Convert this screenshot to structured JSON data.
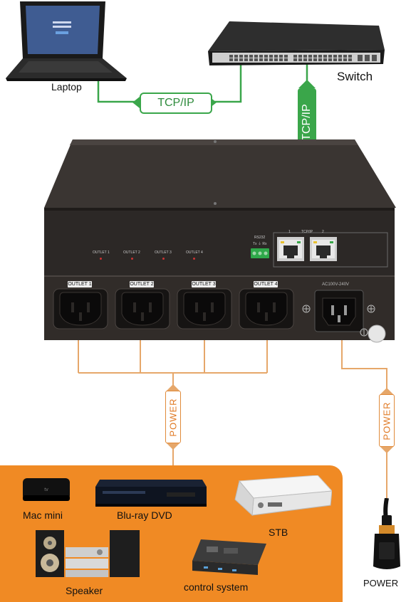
{
  "devices": {
    "laptop": "Laptop",
    "switch": "Switch",
    "power_source": "POWER"
  },
  "links": {
    "tcpip_horizontal": "TCP/IP",
    "tcpip_vertical": "TCP/IP",
    "power_bus": "POWER",
    "power_input": "POWER"
  },
  "unit": {
    "outlets": [
      "OUTLET 1",
      "OUTLET 2",
      "OUTLET 3",
      "OUTLET 4"
    ],
    "front_outlet_labels": [
      "OUTLET 1",
      "OUTLET 2",
      "OUTLET 3",
      "OUTLET 4"
    ],
    "rs232_label": "RS232",
    "rs232_pins": "Tx  ⏚  Rx",
    "tcpip_port_label": "TCP/IP",
    "port_numbers": [
      "1",
      "2"
    ],
    "power_in_label": "AC100V-240V"
  },
  "connected_devices": {
    "mac_mini": "Mac mini",
    "bluray": "Blu-ray DVD",
    "stb": "STB",
    "speaker": "Speaker",
    "control_system": "control system"
  },
  "colors": {
    "network_line": "#3aa64a",
    "power_line": "#e6a76a",
    "device_panel": "#f08a24",
    "unit_body": "#2a2624"
  }
}
